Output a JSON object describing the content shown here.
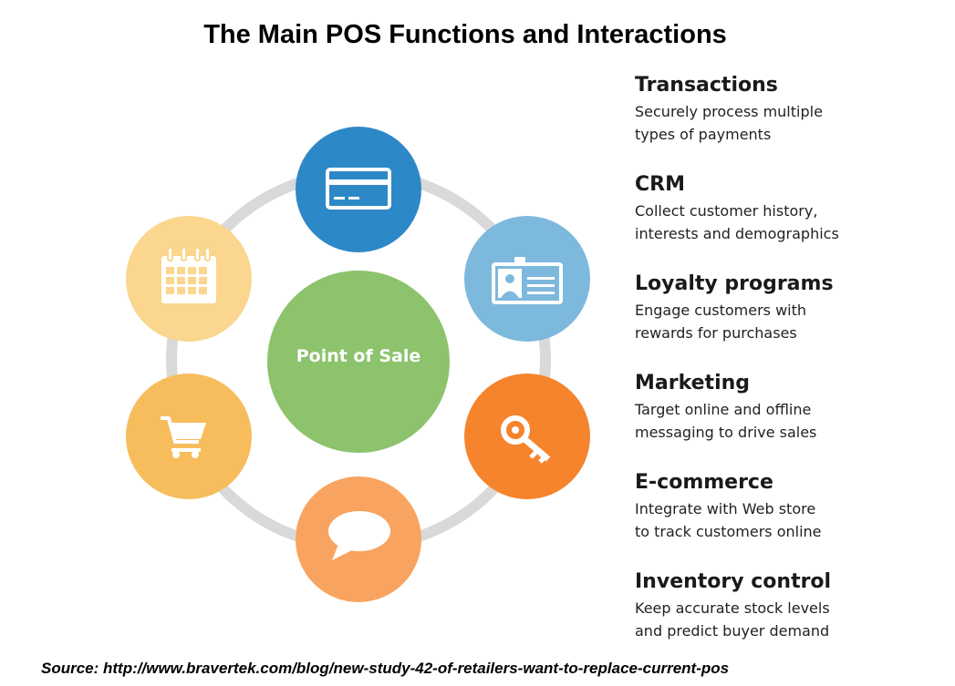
{
  "title": "The Main POS Functions and Interactions",
  "center": {
    "label": "Point of Sale",
    "color": "#8cc36c"
  },
  "ring_color": "#d9d9d9",
  "nodes": [
    {
      "icon": "credit-card-icon",
      "color": "#2d88c7"
    },
    {
      "icon": "id-card-icon",
      "color": "#7db9dc"
    },
    {
      "icon": "key-icon",
      "color": "#f5842c"
    },
    {
      "icon": "speech-bubble-icon",
      "color": "#f8a460"
    },
    {
      "icon": "shopping-cart-icon",
      "color": "#f7bd5c"
    },
    {
      "icon": "calendar-icon",
      "color": "#fad68e"
    }
  ],
  "functions": [
    {
      "title": "Transactions",
      "line1": "Securely process multiple",
      "line2": "types of payments"
    },
    {
      "title": "CRM",
      "line1": "Collect customer history,",
      "line2": "interests and demographics"
    },
    {
      "title": "Loyalty programs",
      "line1": "Engage customers with",
      "line2": "rewards for purchases"
    },
    {
      "title": "Marketing",
      "line1": "Target online and offline",
      "line2": "messaging to drive sales"
    },
    {
      "title": "E-commerce",
      "line1": "Integrate with Web store",
      "line2": "to track customers online"
    },
    {
      "title": "Inventory control",
      "line1": "Keep accurate stock levels",
      "line2": "and predict buyer demand"
    }
  ],
  "source": "Source: http://www.bravertek.com/blog/new-study-42-of-retailers-want-to-replace-current-pos"
}
